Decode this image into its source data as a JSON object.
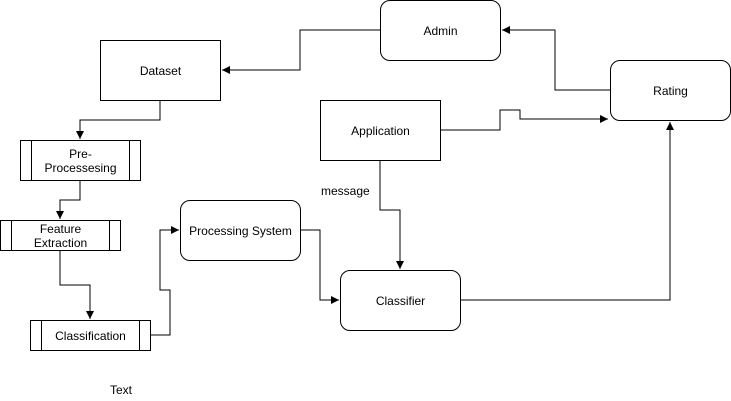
{
  "diagram": {
    "nodes": {
      "admin": "Admin",
      "dataset": "Dataset",
      "rating": "Rating",
      "application": "Application",
      "preprocessing": "Pre-Processesing",
      "feature_extraction": "Feature Extraction",
      "processing_system": "Processing System",
      "classifier": "Classifier",
      "classification": "Classification"
    },
    "edge_labels": {
      "message": "message"
    },
    "free_text": "Text"
  }
}
